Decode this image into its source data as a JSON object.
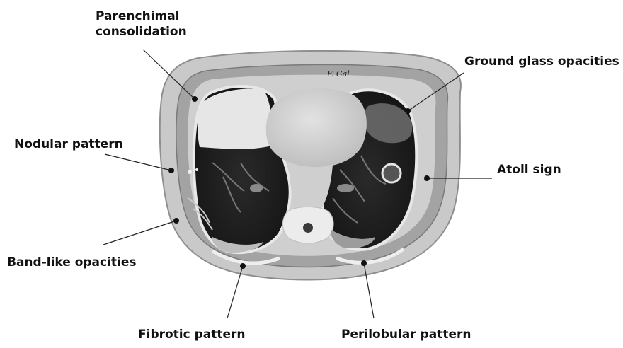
{
  "labels": {
    "parenchymal": "Parenchimal\nconsolidation",
    "ground_glass": "Ground glass opacities",
    "nodular": "Nodular pattern",
    "atoll": "Atoll sign",
    "band_like": "Band-like opacities",
    "fibrotic": "Fibrotic pattern",
    "perilobular": "Perilobular pattern"
  },
  "signature": "F. Gal",
  "colors": {
    "body_outer": "#c9c9c9",
    "fat_layer": "#9a9a9a",
    "muscle": "#cdcdcd",
    "lung": "#1f1f1f",
    "soft_tissue": "#d3d3d3",
    "bone": "#ececec",
    "leader_line": "#222222",
    "label_text": "#111111"
  }
}
